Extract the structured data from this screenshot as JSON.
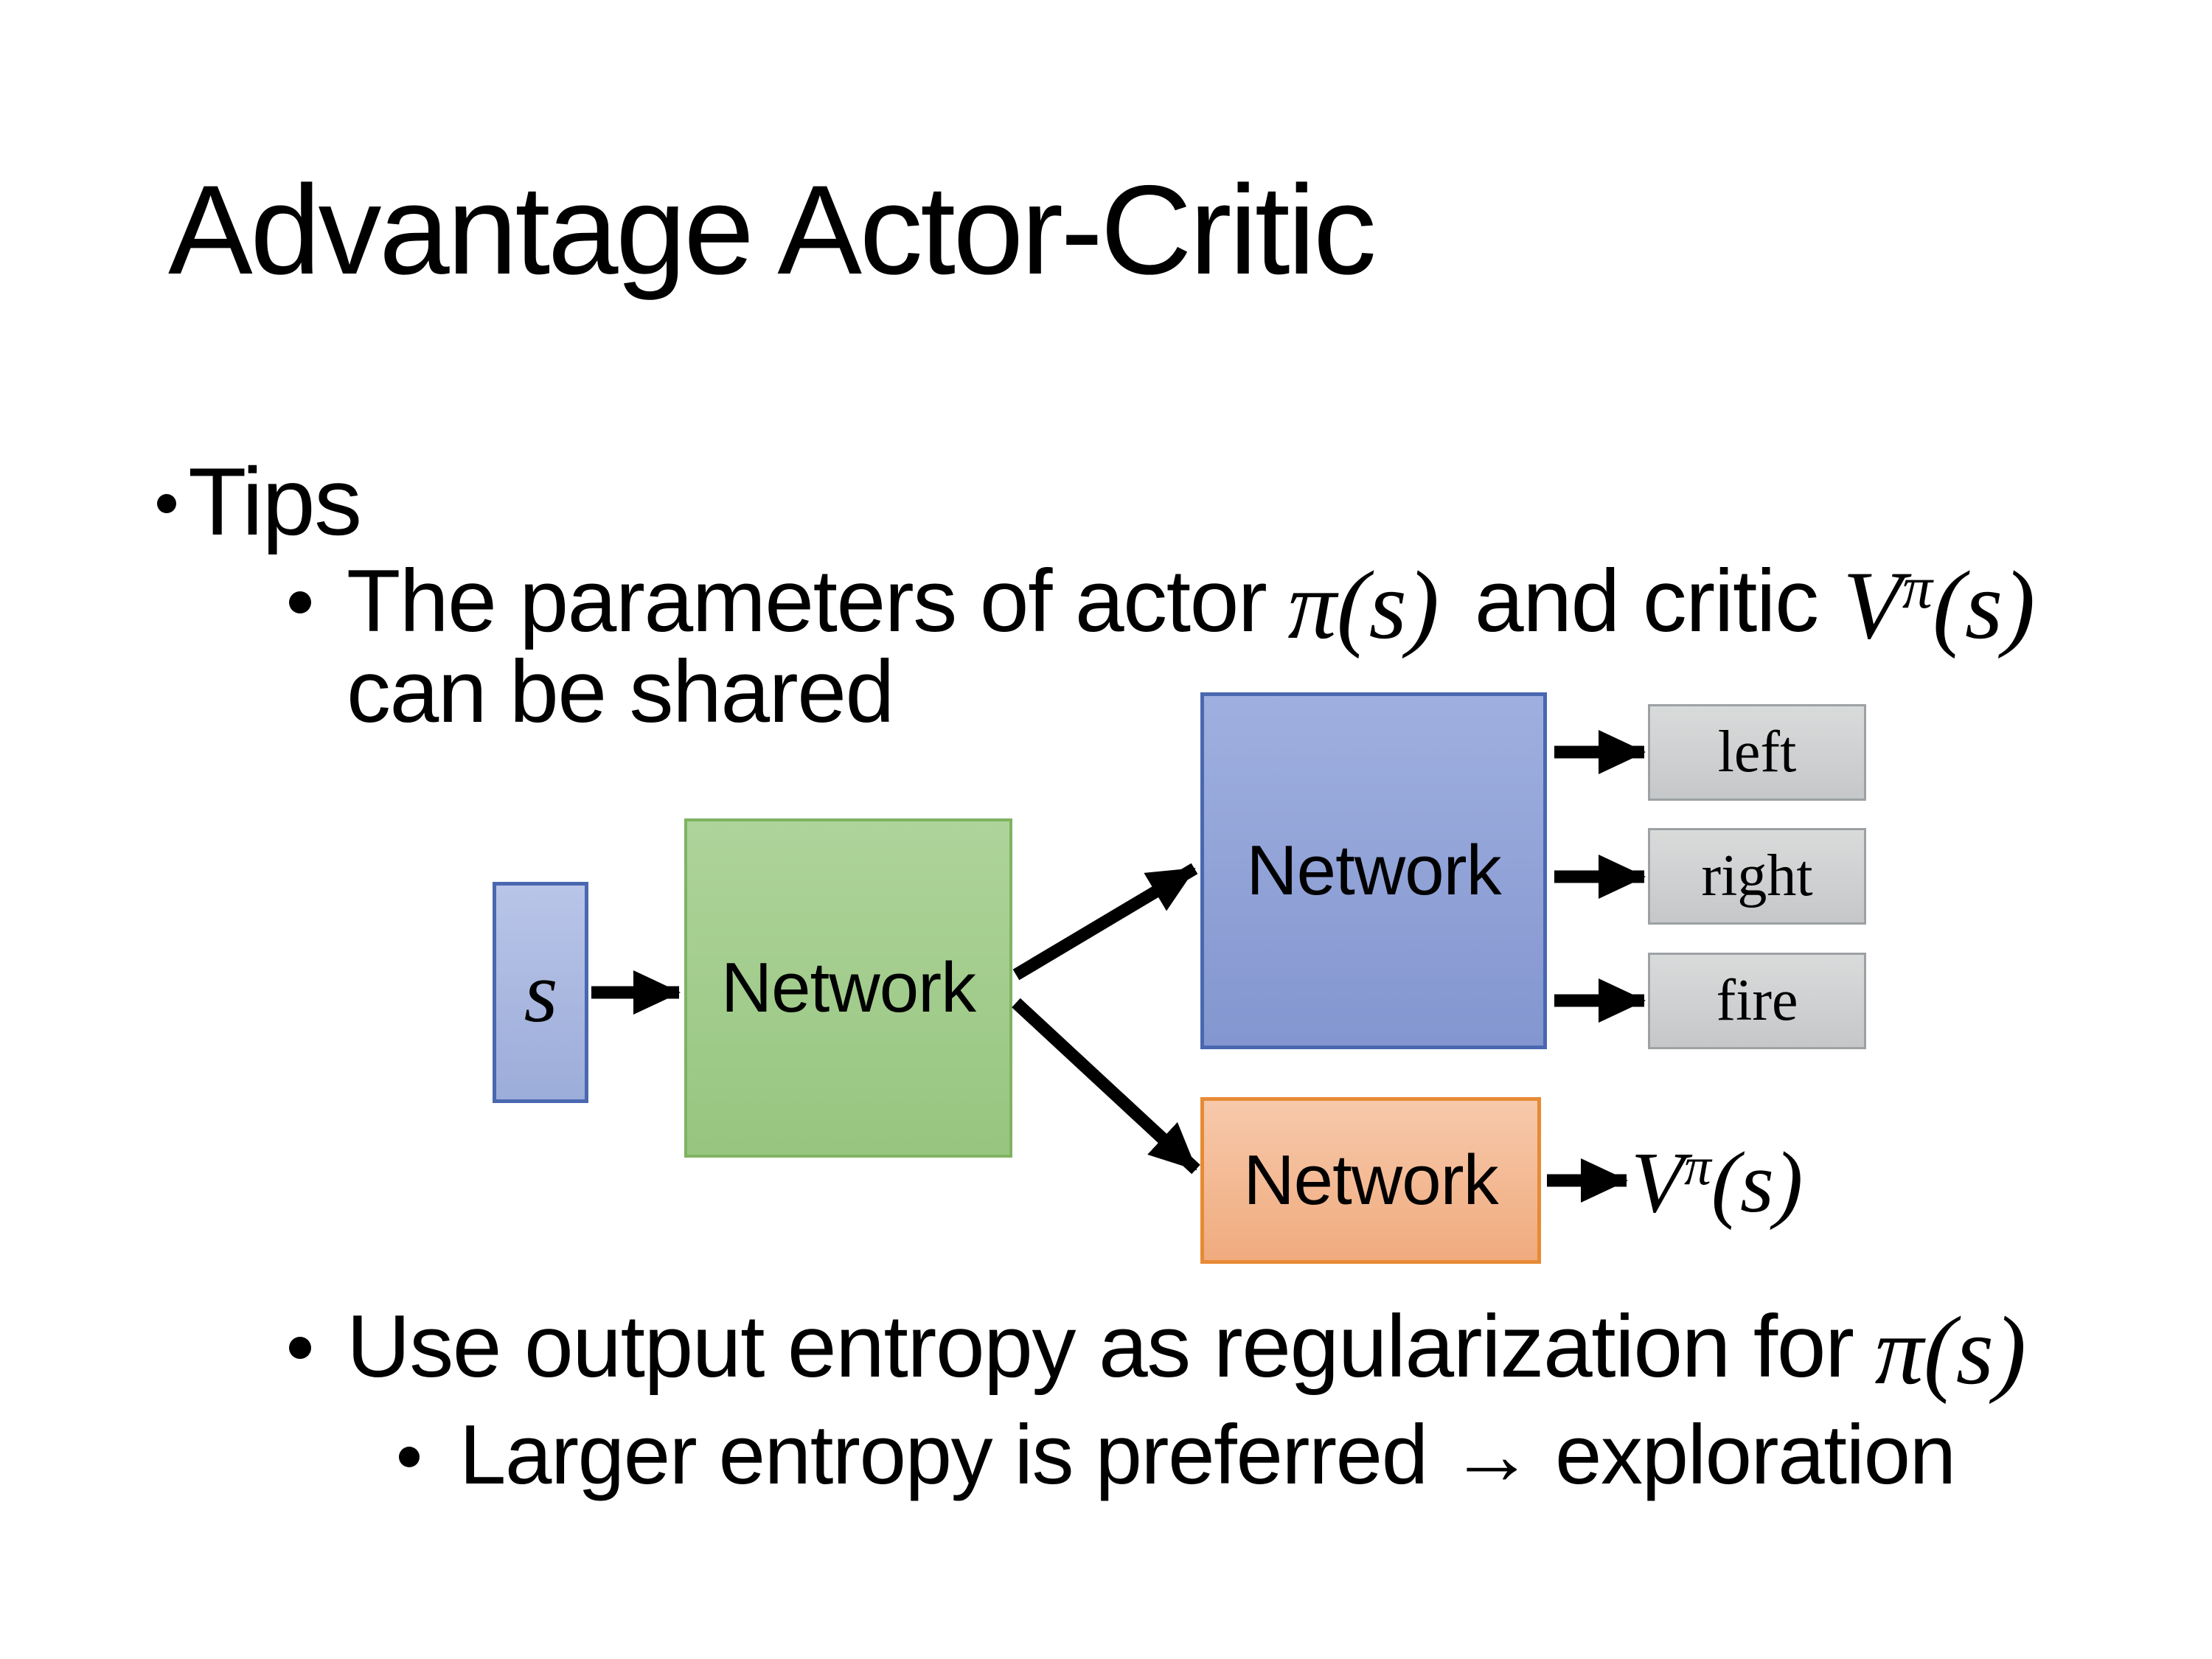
{
  "slide": {
    "title": "Advantage Actor-Critic",
    "bg_color": "#ffffff",
    "text_color": "#000000"
  },
  "outline": {
    "tips_label": "Tips",
    "shared_params": {
      "pre": "The parameters of actor",
      "actor_math": "π(s)",
      "mid": "and critic",
      "critic_math_base": "V",
      "critic_math_sup": "π",
      "critic_math_arg": "(s)",
      "line2": "can be shared"
    },
    "entropy": {
      "pre": "Use output entropy as regularization for",
      "math": "π(s)"
    },
    "exploration": "Larger entropy is preferred → exploration"
  },
  "diagram": {
    "state_label": "s",
    "shared_network_label": "Network",
    "actor_network_label": "Network",
    "critic_network_label": "Network",
    "action_labels": [
      "left",
      "right",
      "fire"
    ],
    "value_output": {
      "base": "V",
      "sup": "π",
      "arg": "(s)"
    },
    "colors": {
      "state-fill-top": "#b9c4e8",
      "state-fill-bottom": "#9cadd9",
      "state-border": "#4a68b0",
      "shared-fill-top": "#aed39b",
      "shared-fill-bottom": "#97c67f",
      "shared-border": "#7fb361",
      "actor-fill-top": "#9fafdf",
      "actor-fill-bottom": "#8396cf",
      "actor-border": "#4a68b0",
      "critic-fill-top": "#f7c9ab",
      "critic-fill-bottom": "#f0ab7e",
      "critic-border": "#e78a35",
      "action-fill-top": "#d9dbdb",
      "action-fill-bottom": "#c5c7c9",
      "action-border": "#9da1a4",
      "arrow": "#000000"
    }
  }
}
